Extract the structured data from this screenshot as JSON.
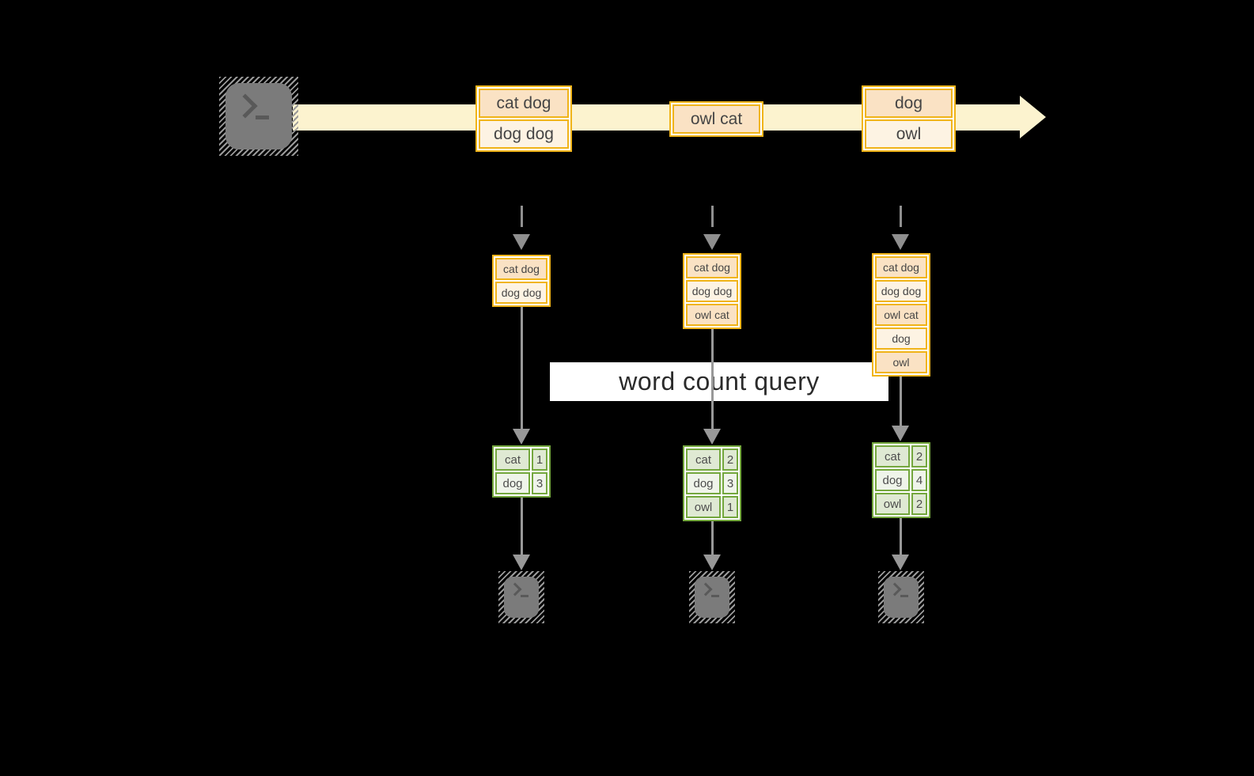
{
  "banner": {
    "label": "word count query"
  },
  "stream": {
    "source_icon": "terminal-icon",
    "batches": [
      {
        "rows": [
          "cat dog",
          "dog dog"
        ]
      },
      {
        "rows": [
          "owl cat"
        ]
      },
      {
        "rows": [
          "dog",
          "owl"
        ]
      }
    ]
  },
  "columns": [
    {
      "accumulated": [
        "cat dog",
        "dog dog"
      ],
      "counts": [
        {
          "word": "cat",
          "count": "1"
        },
        {
          "word": "dog",
          "count": "3"
        }
      ],
      "sink_icon": "terminal-icon"
    },
    {
      "accumulated": [
        "cat dog",
        "dog dog",
        "owl cat"
      ],
      "counts": [
        {
          "word": "cat",
          "count": "2"
        },
        {
          "word": "dog",
          "count": "3"
        },
        {
          "word": "owl",
          "count": "1"
        }
      ],
      "sink_icon": "terminal-icon"
    },
    {
      "accumulated": [
        "cat dog",
        "dog dog",
        "owl cat",
        "dog",
        "owl"
      ],
      "counts": [
        {
          "word": "cat",
          "count": "2"
        },
        {
          "word": "dog",
          "count": "4"
        },
        {
          "word": "owl",
          "count": "2"
        }
      ],
      "sink_icon": "terminal-icon"
    }
  ],
  "colors": {
    "background": "#000000",
    "stream_band": "#fcf3cf",
    "box_border": "#f0b41a",
    "box_fill_dark": "#fae2c4",
    "box_fill_light": "#fdf3e3",
    "table_border": "#74a73e",
    "table_fill_dark": "#dfe9d3",
    "table_fill_light": "#eff4ea",
    "arrow_gray": "#989898",
    "terminal_gray": "#7b7b7b",
    "banner_bg": "#ffffff",
    "banner_text": "#2b2b2b"
  }
}
